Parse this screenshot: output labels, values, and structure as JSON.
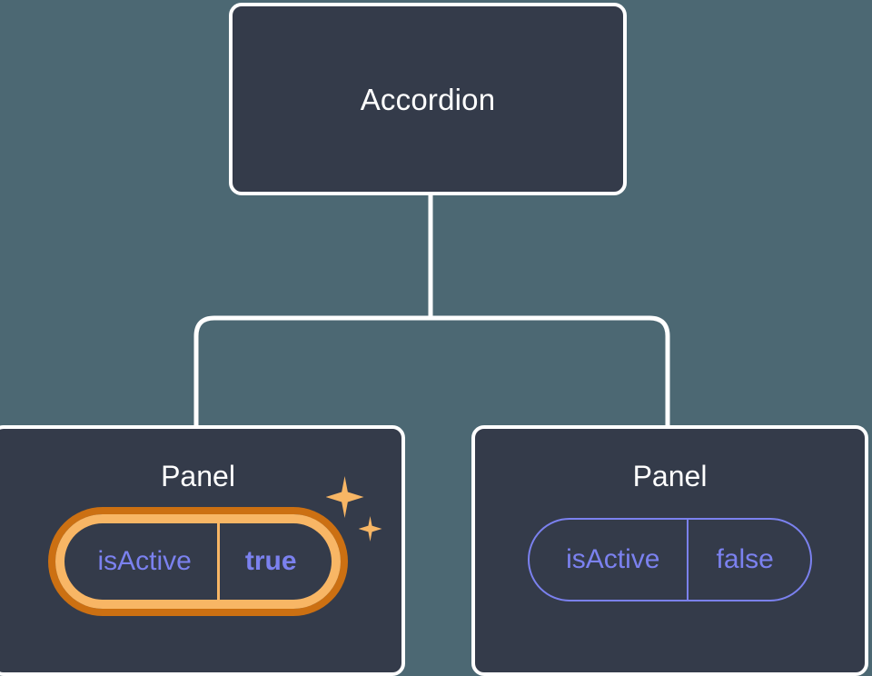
{
  "canvas": {
    "background_color": "#4c6873",
    "node_fill_color": "#343b4a",
    "node_border_color": "#ffffff",
    "connector_color": "#ffffff",
    "prop_text_color": "#7b81ef",
    "highlight_outer_color": "#cc7012",
    "highlight_inner_color": "#f8b665",
    "sparkle_color": "#f8b665"
  },
  "tree": {
    "root": {
      "label": "Accordion"
    },
    "children": [
      {
        "label": "Panel",
        "highlighted": true,
        "prop": {
          "key": "isActive",
          "value": "true"
        },
        "sparkle_icons": [
          "sparkle-large-icon",
          "sparkle-small-icon"
        ]
      },
      {
        "label": "Panel",
        "highlighted": false,
        "prop": {
          "key": "isActive",
          "value": "false"
        }
      }
    ]
  }
}
